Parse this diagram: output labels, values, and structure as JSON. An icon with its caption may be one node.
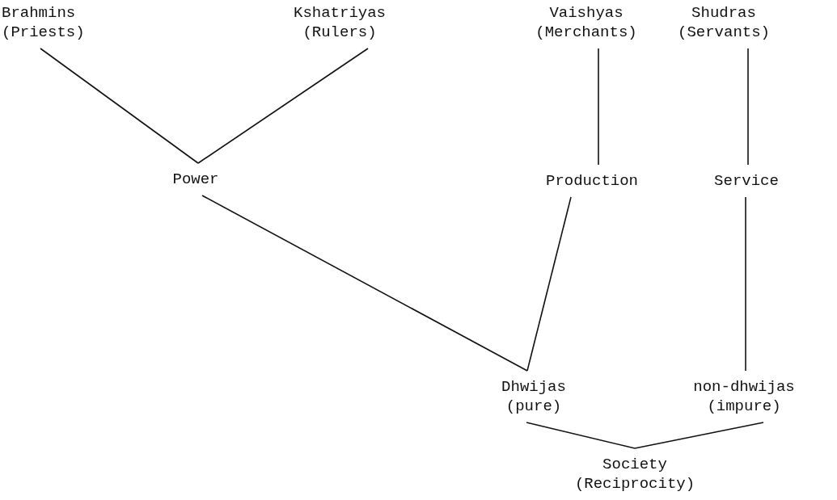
{
  "diagram": {
    "nodes": [
      {
        "text": [
          "Brahmins",
          "(Priests)"
        ]
      },
      {
        "text": [
          "Kshatriyas",
          "(Rulers)"
        ]
      },
      {
        "text": [
          "Vaishyas",
          "(Merchants)"
        ]
      },
      {
        "text": [
          "Shudras",
          "(Servants)"
        ]
      },
      {
        "text": [
          "Power"
        ]
      },
      {
        "text": [
          "Production"
        ]
      },
      {
        "text": [
          "Service"
        ]
      },
      {
        "text": [
          "Dhwijas",
          "(pure)"
        ]
      },
      {
        "text": [
          "non-dhwijas",
          "(impure)"
        ]
      },
      {
        "text": [
          "Society",
          "(Reciprocity)"
        ]
      }
    ],
    "edges": [
      {
        "from": 0,
        "to": 4,
        "arrow": "none"
      },
      {
        "from": 1,
        "to": 4,
        "arrow": "none"
      },
      {
        "from": 2,
        "to": 5,
        "arrow": "none"
      },
      {
        "from": 3,
        "to": 6,
        "arrow": "none"
      },
      {
        "from": 4,
        "to": 7,
        "arrow": "none"
      },
      {
        "from": 5,
        "to": 7,
        "arrow": "none"
      },
      {
        "from": 6,
        "to": 8,
        "arrow": "none"
      },
      {
        "from": 7,
        "to": 9,
        "arrow": "none"
      },
      {
        "from": 8,
        "to": 9,
        "arrow": "none"
      }
    ]
  }
}
